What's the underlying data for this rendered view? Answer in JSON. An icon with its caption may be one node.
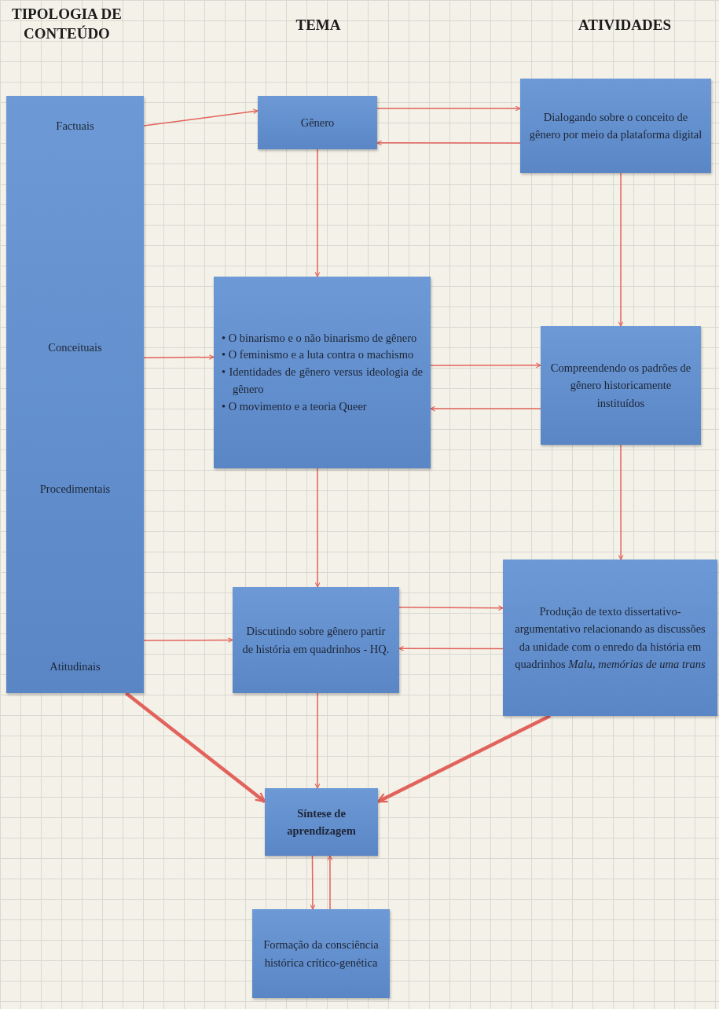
{
  "diagram": {
    "nodes": [
      {
        "text": [],
        "shape": "bar"
      },
      {
        "text": [
          "Factuais"
        ],
        "in": 0
      },
      {
        "text": [
          "Conceituais"
        ],
        "in": 0
      },
      {
        "text": [
          "Procedimentais"
        ],
        "in": 0
      },
      {
        "text": [
          "Atitudinais"
        ],
        "in": 0
      },
      {
        "text": [
          "Gênero"
        ]
      },
      {
        "text": [
          "Dialogando sobre o conceito de gênero por meio da plataforma digital"
        ]
      },
      {
        "text": [
          "• O binarismo e o não binarismo de gênero",
          "• O feminismo e a luta contra o machismo",
          "• Identidades de gênero versus ideologia de gênero",
          "• O movimento e a teoria Queer"
        ]
      },
      {
        "text": [
          "Compreendendo os padrões de gênero historicamente instituídos"
        ]
      },
      {
        "text": [
          "Discutindo sobre gênero partir de história em quadrinhos - HQ."
        ]
      },
      {
        "text": [
          "Produção de texto dissertativo-argumentativo relacionando as discussões da unidade com o enredo da história em quadrinhos *Malu, memórias de uma trans*"
        ]
      },
      {
        "text": [
          "Síntese de aprendizagem"
        ]
      },
      {
        "text": [
          "Formação da consciência histórica crítico-genética"
        ]
      }
    ],
    "edges": [
      {
        "from": 1,
        "to": 5,
        "arrow": "to"
      },
      {
        "from": 5,
        "to": 6,
        "arrow": "to"
      },
      {
        "from": 6,
        "to": 5,
        "arrow": "to"
      },
      {
        "from": 5,
        "to": 7,
        "arrow": "to"
      },
      {
        "from": 6,
        "to": 8,
        "arrow": "to"
      },
      {
        "from": 2,
        "to": 7,
        "arrow": "to"
      },
      {
        "from": 7,
        "to": 8,
        "arrow": "to"
      },
      {
        "from": 8,
        "to": 7,
        "arrow": "to"
      },
      {
        "from": 7,
        "to": 9,
        "arrow": "to"
      },
      {
        "from": 8,
        "to": 10,
        "arrow": "to"
      },
      {
        "from": 4,
        "to": 9,
        "arrow": "to"
      },
      {
        "from": 9,
        "to": 10,
        "arrow": "to"
      },
      {
        "from": 10,
        "to": 9,
        "arrow": "to"
      },
      {
        "from": 0,
        "to": 11,
        "arrow": "to",
        "style": "thick"
      },
      {
        "from": 9,
        "to": 11,
        "arrow": "to"
      },
      {
        "from": 10,
        "to": 11,
        "arrow": "to",
        "style": "thick"
      },
      {
        "from": 11,
        "to": 12,
        "arrow": "to"
      },
      {
        "from": 12,
        "to": 11,
        "arrow": "to"
      }
    ],
    "labels": [
      "TIPOLOGIA DE CONTEÚDO",
      "TEMA",
      "ATIVIDADES"
    ]
  }
}
